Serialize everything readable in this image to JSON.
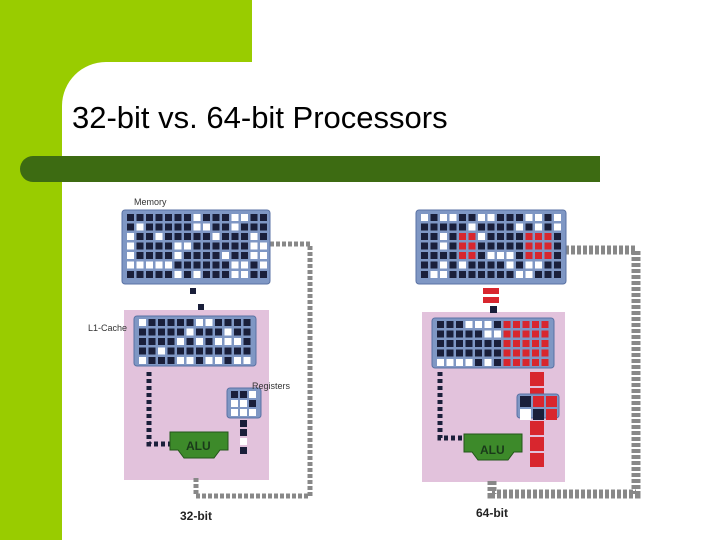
{
  "slide": {
    "title": "32-bit vs. 64-bit Processors"
  },
  "diagram": {
    "labels": {
      "memory": "Memory",
      "l1_cache": "L1-Cache",
      "registers": "Registers",
      "alu_left": "ALU",
      "alu_right": "ALU",
      "caption_left": "32-bit",
      "caption_right": "64-bit"
    },
    "colors": {
      "block_blue": "#7f97c4",
      "cell_dark": "#1a1f3a",
      "cell_light": "#ffffff",
      "cell_red": "#d8262e",
      "cpu_pink": "#e2c2dc",
      "alu_green": "#3d8a2a",
      "bus_gray": "#888888"
    }
  }
}
